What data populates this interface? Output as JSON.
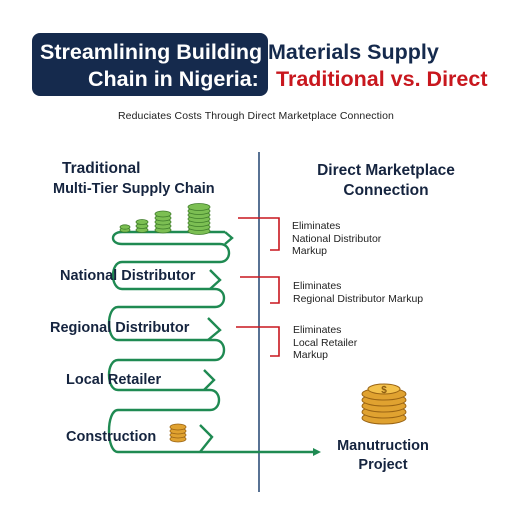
{
  "title": {
    "part1_line1": "Streamlining Building",
    "part2_line1": "Materials Supply",
    "part1_line2": "Chain in Nigeria:",
    "part2_line2": "Traditional vs. Direct"
  },
  "subtitle": "Reduciates Costs Through Direct Marketplace Connection",
  "left_heading": {
    "line1": "Traditional",
    "line2": "Multi-Tier Supply Chain"
  },
  "right_heading": {
    "line1": "Direct Marketplace",
    "line2": "Connection"
  },
  "tiers": [
    "National Distributor",
    "Regional Distributor",
    "Local Retailer",
    "Construction"
  ],
  "notes": [
    {
      "line1": "Eliminates",
      "line2": "National Distributor",
      "line3": "Markup"
    },
    {
      "line1": "Eliminates",
      "line2": "Regional Distributor Markup"
    },
    {
      "line1": "Eliminates",
      "line2": "Local Retailer",
      "line3": "Markup"
    }
  ],
  "final": {
    "line1": "Manutruction",
    "line2": "Project"
  },
  "colors": {
    "navy": "#152a4d",
    "red": "#c8171e",
    "green_arrow": "#1f8a52",
    "coin_green": "#7cbf53",
    "coin_gold": "#e0a230",
    "divider": "#2f4f7a"
  },
  "icons": [
    "green-coin-stacks-icon",
    "small-gold-coin-stack-icon",
    "large-gold-coin-stack-icon"
  ]
}
